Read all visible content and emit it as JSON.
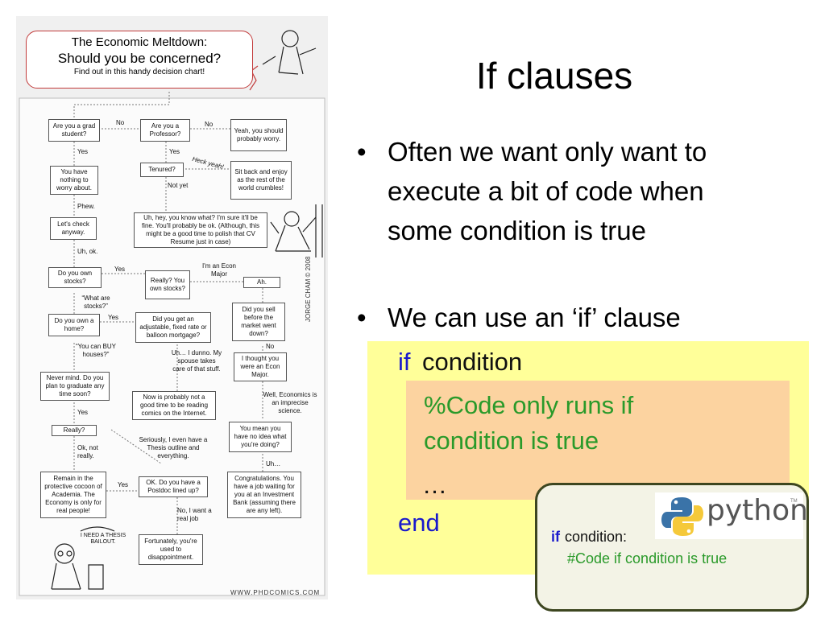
{
  "slide": {
    "title": "If clauses",
    "bullets": [
      "Often we want only want to execute a bit of code when some condition is true",
      "We can use an ‘if’ clause"
    ],
    "bullet_symbol": "•"
  },
  "code_block": {
    "keyword_if": "if",
    "condition": "condition",
    "comment": "%Code only runs if condition is true",
    "ellipsis": "…",
    "keyword_end": "end"
  },
  "python_box": {
    "logo_text": "python",
    "logo_tm": "TM",
    "keyword_if": "if",
    "condition": "condition:",
    "comment": "#Code if condition is true"
  },
  "comic": {
    "title_line1": "The Economic Meltdown:",
    "title_line2": "Should you be concerned?",
    "title_line3": "Find out in this handy decision chart!",
    "signature": "JORGE CHAM © 2008",
    "site": "WWW.PHDCOMICS.COM",
    "thought_bubble": "I NEED A THESIS BAILOUT.",
    "boxes": {
      "grad_student": "Are you a grad student?",
      "professor": "Are you a Professor?",
      "should_worry": "Yeah, you should probably worry.",
      "nothing_to_worry": "You have nothing to worry about.",
      "tenured": "Tenured?",
      "sit_back": "Sit back and enjoy as the rest of the world crumbles!",
      "lets_check": "Let's check anyway.",
      "uh_hey": "Uh, hey, you know what? I'm sure it'll be fine. You'll probably be ok. (Although, this might be a good time to polish that CV Resume just in case)",
      "own_stocks": "Do you own stocks?",
      "really_you_own": "Really? You own stocks?",
      "ah": "Ah.",
      "did_you_sell": "Did you sell before the market went down?",
      "own_home": "Do you own a home?",
      "mortgage": "Did you get an adjustable, fixed rate or balloon mortgage?",
      "econ_major": "I thought you were an Econ Major.",
      "never_mind": "Never mind. Do you plan to graduate any time soon?",
      "polish": "Now is probably not a good time to be reading comics on the Internet.",
      "really": "Really?",
      "no_idea": "You mean you have no idea what you're doing?",
      "remain": "Remain in the protective cocoon of Academia. The Economy is only for real people!",
      "postdoc": "OK. Do you have a Postdoc lined up?",
      "congrats": "Congratulations. You have a job waiting for you at an Investment Bank (assuming there are any left).",
      "fortunately": "Fortunately, you're used to disappointment."
    },
    "labels": {
      "no1": "No",
      "no2": "No",
      "yes1": "Yes",
      "yes2": "Yes",
      "heck_yeah": "Heck yeah!",
      "not_yet": "Not yet",
      "phew": "Phew.",
      "uh_ok": "Uh, ok.",
      "yes3": "Yes",
      "econ_major_label": "I'm an Econ Major",
      "what_are_stocks": "“What are stocks?”",
      "yes4": "Yes",
      "no3": "No",
      "you_can_buy": "“You can BUY houses?”",
      "uh_dunno": "Uh… I dunno. My spouse takes care of that stuff.",
      "well_econ": "Well, Economics is an imprecise science.",
      "yes5": "Yes",
      "seriously": "Seriously, I even have a Thesis outline and everything.",
      "ok_not_really": "Ok, not really.",
      "uh": "Uh…",
      "yes6": "Yes",
      "no_want_job": "No, I want a real job"
    }
  }
}
